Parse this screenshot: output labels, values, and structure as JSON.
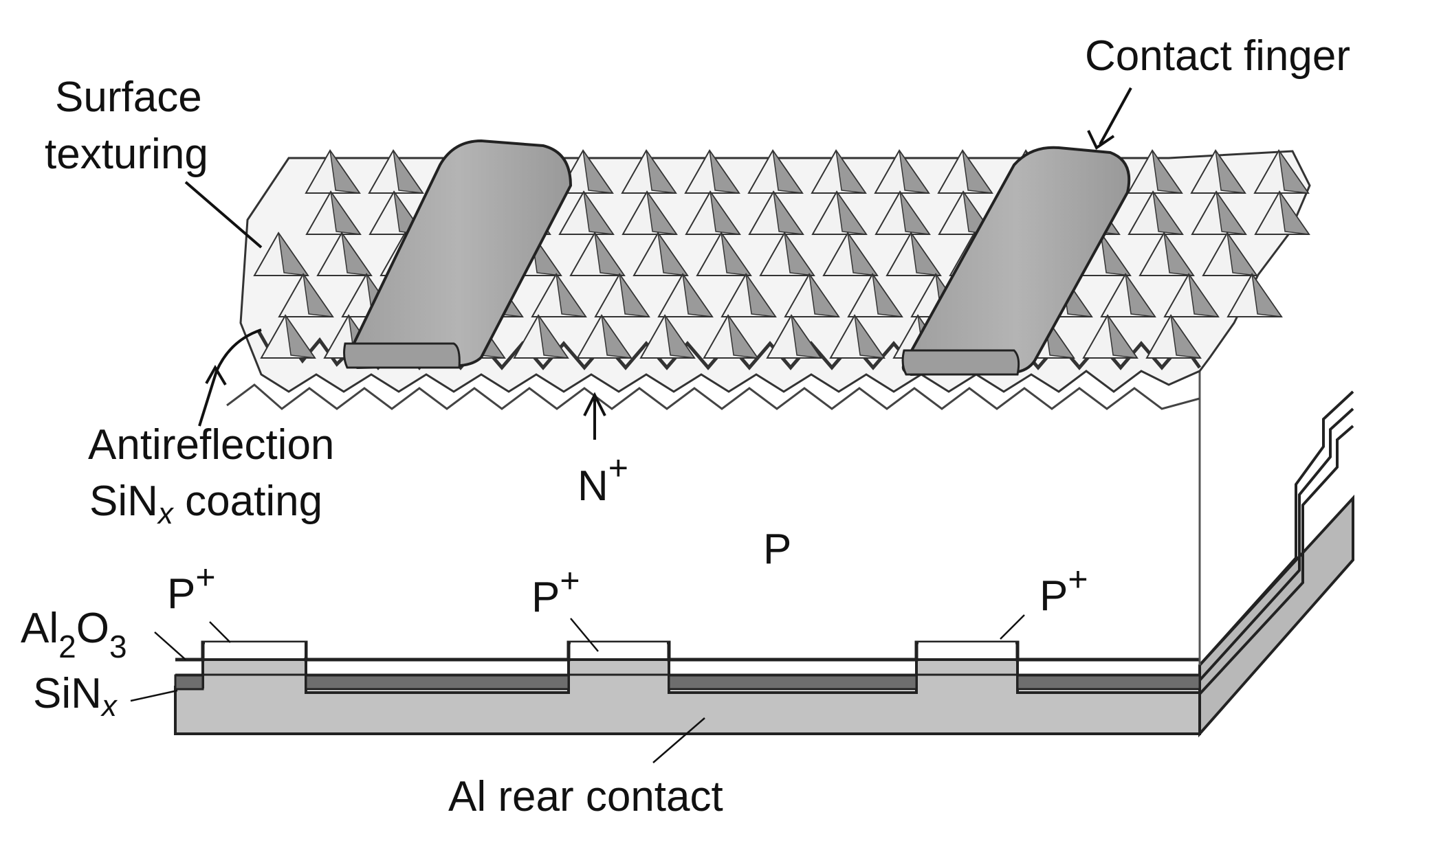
{
  "labels": {
    "surface_texturing_line1": "Surface",
    "surface_texturing_line2": "texturing",
    "contact_finger": "Contact finger",
    "antireflection_line1": "Antireflection",
    "antireflection_line2_base": "SiN",
    "antireflection_line2_sub": "x",
    "antireflection_line2_end": " coating",
    "n_plus_base": "N",
    "n_plus_sup": "+",
    "p_region": "P",
    "p_plus_base": "P",
    "p_plus_sup": "+",
    "al2o3_a": "Al",
    "al2o3_sub1": "2",
    "al2o3_b": "O",
    "al2o3_sub2": "3",
    "sinx_base": "SiN",
    "sinx_sub": "x",
    "al_rear_contact": "Al rear contact"
  },
  "colors": {
    "outline": "#222222",
    "finger_fill": "#a8a8a8",
    "pyramid_light": "#f2f2f2",
    "pyramid_shade": "#9a9a9a",
    "al_contact": "#c2c2c2",
    "sinx_layer": "#707070",
    "al2o3_layer": "#e8e8e8"
  }
}
